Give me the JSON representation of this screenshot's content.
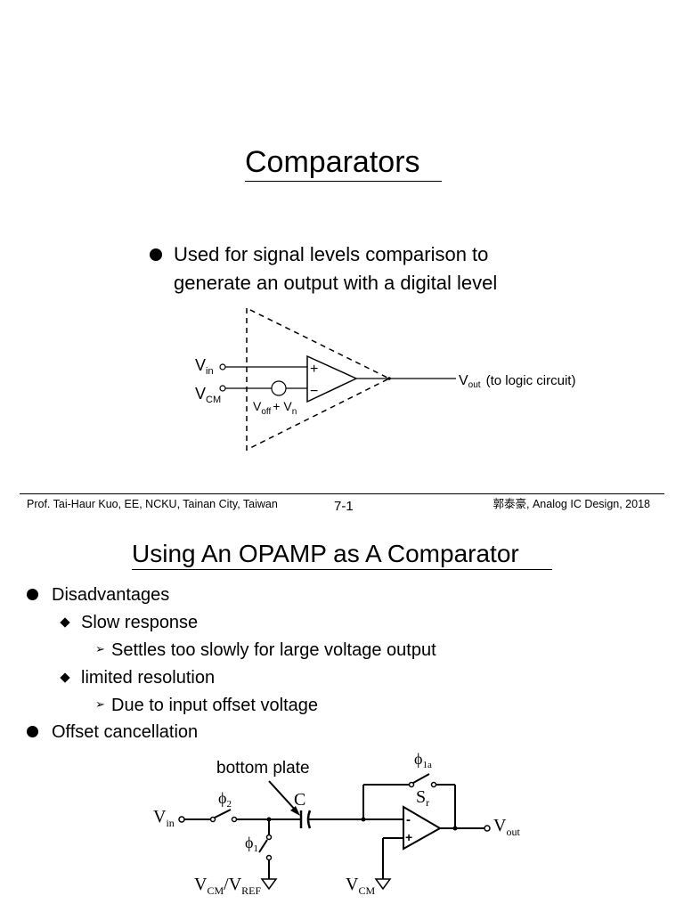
{
  "slide1": {
    "title": "Comparators",
    "bullet_line1": "Used for signal levels comparison to",
    "bullet_line2": "generate an output with a digital level",
    "diagram": {
      "vin_main": "V",
      "vin_sub": "in",
      "vcm_main": "V",
      "vcm_sub": "CM",
      "plus": "+",
      "minus": "−",
      "voff_main": "V",
      "voff_sub": "off",
      "voff_plus": "+ V",
      "vn_sub": "n",
      "vout_main": "V",
      "vout_sub": "out",
      "vout_note": "(to logic circuit)"
    }
  },
  "footer": {
    "left": "Prof. Tai-Haur Kuo, EE, NCKU, Tainan City, Taiwan",
    "center": "7-1",
    "right": "郭泰豪, Analog IC Design, 2018"
  },
  "slide2": {
    "title": "Using An OPAMP as A Comparator",
    "items": [
      {
        "level": 1,
        "text": "Disadvantages"
      },
      {
        "level": 2,
        "text": "Slow response"
      },
      {
        "level": 3,
        "text": "Settles too slowly for large voltage output"
      },
      {
        "level": 2,
        "text": "limited resolution"
      },
      {
        "level": 3,
        "text": "Due to input offset voltage"
      },
      {
        "level": 1,
        "text": "Offset cancellation"
      }
    ],
    "circuit": {
      "bottom_plate": "bottom plate",
      "phi": "ϕ",
      "phi2_sub": "2",
      "phi1_sub": "1",
      "phi1a_sub": "1a",
      "c_label": "C",
      "sr_main": "S",
      "sr_sub": "r",
      "vin_main": "V",
      "vin_sub": "in",
      "vout_main": "V",
      "vout_sub": "out",
      "vcmref_v1": "V",
      "vcmref_s1": "CM",
      "vcmref_slash": "/V",
      "vcmref_s2": "REF",
      "vcm_main": "V",
      "vcm_sub": "CM",
      "minus": "-",
      "plus": "+"
    }
  }
}
